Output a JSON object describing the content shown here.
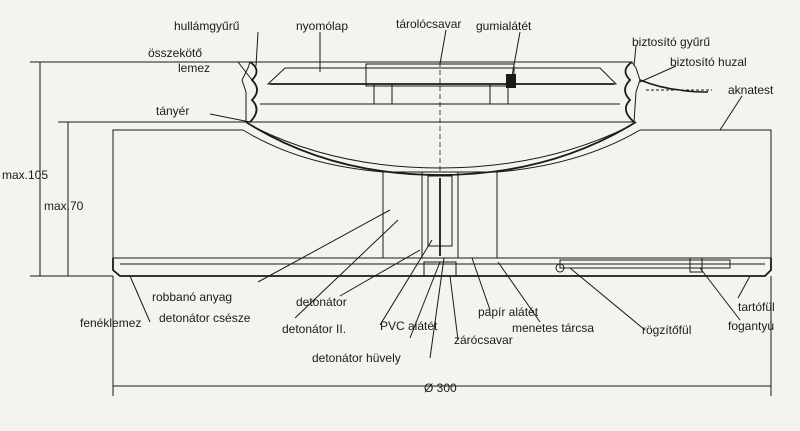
{
  "labels": {
    "hullamgyuru": "hullámgyűrű",
    "nyomolap": "nyomólap",
    "tarolocsavar": "tárolócsavar",
    "gumialatet": "gumialátét",
    "biztosito_gyuru": "biztosító gyűrű",
    "biztosito_huzal": "biztosító huzal",
    "aknatest": "aknatest",
    "osszekoto_lemez_1": "összekötő",
    "osszekoto_lemez_2": "lemez",
    "tanyer": "tányér",
    "robbano_anyag": "robbanó anyag",
    "fenek_lemez": "fenéklemez",
    "detonator_csesze": "detonátor csésze",
    "detonator": "detonátor",
    "detonator_ii": "detonátor II.",
    "pvc_alatet": "PVC alátét",
    "detonator_huvely": "detonátor hüvely",
    "zarocsavar": "zárócsavar",
    "papir_alatet": "papír alátét",
    "menetes_tarcsa": "menetes tárcsa",
    "rogzitoful": "rögzítőfül",
    "fogantyu": "fogantyú",
    "tartoful": "tartófül"
  },
  "dimensions": {
    "max_height": "max.105",
    "max_body": "max.70",
    "diameter": "Ø 300"
  },
  "colors": {
    "ink": "#1a1a1a",
    "paper": "#f4f3ef"
  }
}
